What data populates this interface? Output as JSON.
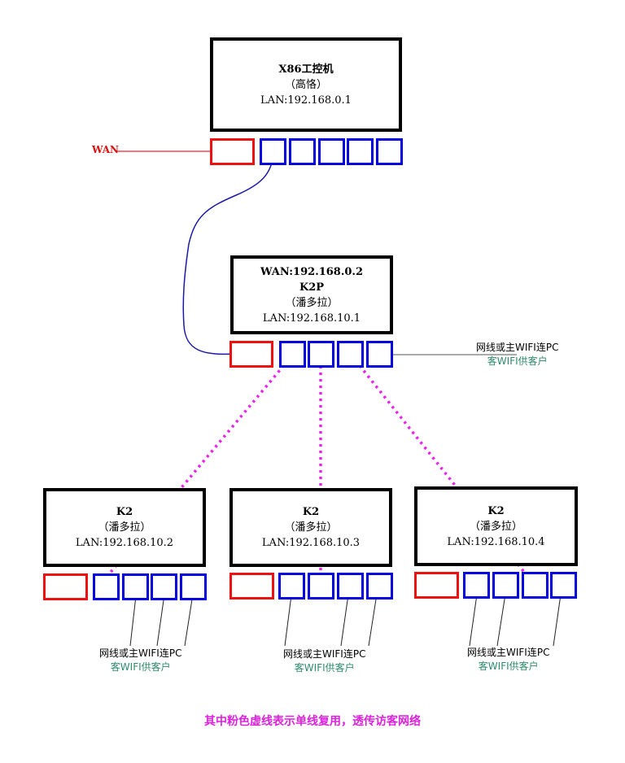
{
  "colors": {
    "wan_port": "#ee1111",
    "lan_port": "#0000e0",
    "box_border": "#000000",
    "vlan_dotted": "#ee22ee",
    "uplink_cable": "#1a1aa8",
    "client_label": "#2e8b6a",
    "footer": "#dd22dd"
  },
  "wan_label": "WAN",
  "main_router": {
    "line1": "X86工控机",
    "line2": "（高恪）",
    "line3": "LAN:192.168.0.1",
    "lan_ports": 5
  },
  "k2p": {
    "line0": "WAN:192.168.0.2",
    "line1": "K2P",
    "line2": "（潘多拉）",
    "line3": "LAN:192.168.10.1",
    "lan_ports": 4,
    "side_label": {
      "line1": "网线或主WIFI连PC",
      "line2": "客WIFI供客户"
    }
  },
  "k2_nodes": [
    {
      "line1": "K2",
      "line2": "（潘多拉）",
      "line3": "LAN:192.168.10.2",
      "label1": "网线或主WIFI连PC",
      "label2": "客WIFI供客户"
    },
    {
      "line1": "K2",
      "line2": "（潘多拉）",
      "line3": "LAN:192.168.10.3",
      "label1": "网线或主WIFI连PC",
      "label2": "客WIFI供客户"
    },
    {
      "line1": "K2",
      "line2": "（潘多拉）",
      "line3": "LAN:192.168.10.4",
      "label1": "网线或主WIFI连PC",
      "label2": "客WIFI供客户"
    }
  ],
  "footer_note": "其中粉色虚线表示单线复用，透传访客网络"
}
